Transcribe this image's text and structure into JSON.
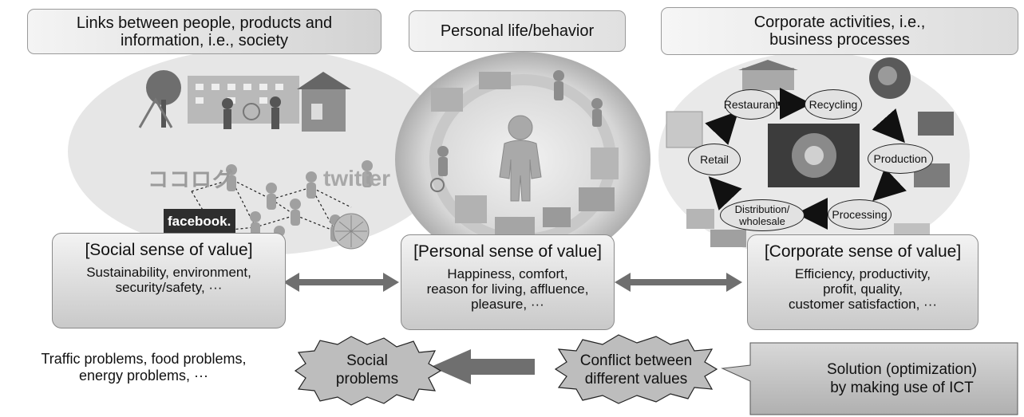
{
  "headers": {
    "society": "Links between people, products and\ninformation, i.e., society",
    "personal": "Personal life/behavior",
    "corporate": "Corporate activities, i.e.,\nbusiness processes"
  },
  "logos": {
    "cocolog": "ココログ",
    "twitter": "twitter",
    "facebook": "facebook."
  },
  "cycle": {
    "restaurant": "Restaurant",
    "recycling": "Recycling",
    "production": "Production",
    "processing": "Processing",
    "distribution": "Distribution/\nwholesale",
    "retail": "Retail"
  },
  "panels": {
    "social": {
      "title": "[Social sense of value]",
      "body": "Sustainability, environment,\nsecurity/safety, ···"
    },
    "personal": {
      "title": "[Personal sense of value]",
      "body": "Happiness, comfort,\nreason for living, affluence,\npleasure, ···"
    },
    "corporate": {
      "title": "[Corporate sense of value]",
      "body": "Efficiency, productivity,\nprofit, quality,\ncustomer satisfaction, ···"
    }
  },
  "bottom": {
    "problems_list": "Traffic problems, food problems,\nenergy problems, ···",
    "social_problems": "Social\nproblems",
    "conflict": "Conflict between\ndifferent values",
    "solution": "Solution (optimization)\nby making use of ICT"
  }
}
